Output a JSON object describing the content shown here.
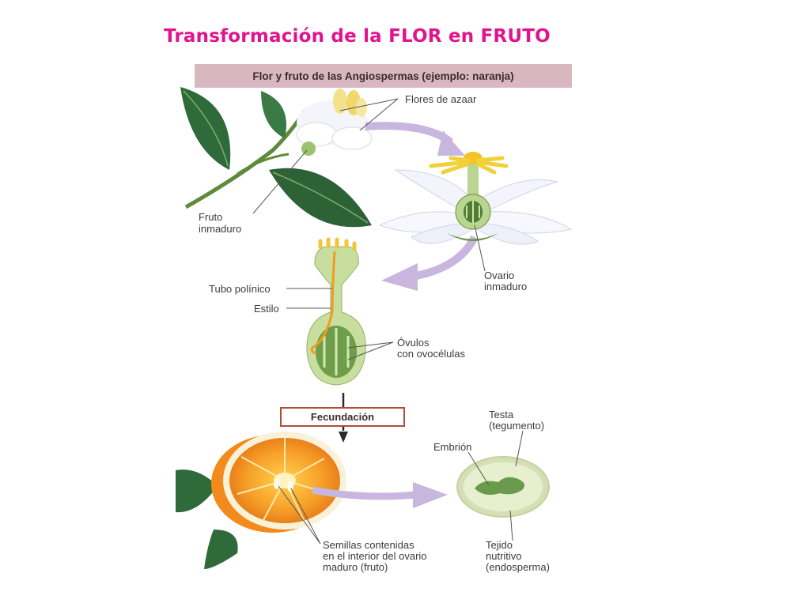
{
  "title": "Transformación de la FLOR en FRUTO",
  "header": "Flor y fruto de las Angiospermas (ejemplo: naranja)",
  "labels": {
    "flores_azaar": "Flores de azaar",
    "fruto_inmaduro_1": "Fruto",
    "fruto_inmaduro_2": "inmaduro",
    "ovario_1": "Ovario",
    "ovario_2": "inmaduro",
    "tubo_polinico": "Tubo polínico",
    "estilo": "Estilo",
    "ovulos_1": "Óvulos",
    "ovulos_2": "con ovocélulas",
    "fecundacion": "Fecundación",
    "testa_1": "Testa",
    "testa_2": "(tegumento)",
    "embrion": "Embrión",
    "semillas_1": "Semillas contenidas",
    "semillas_2": "en el interior del ovario",
    "semillas_3": "maduro (fruto)",
    "tejido_1": "Tejido",
    "tejido_2": "nutritivo",
    "tejido_3": "(endosperma)"
  },
  "colors": {
    "title": "#e0148c",
    "header_bg": "#d9b7c1",
    "arrow": "#c9b6df",
    "leaf": "#2f6b3a",
    "pistil": "#b9d58f",
    "orange": "#f28a1e"
  }
}
